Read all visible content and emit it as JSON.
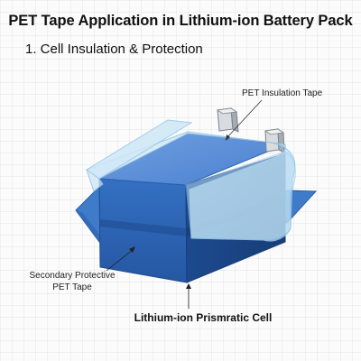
{
  "header": {
    "title": "PET Tape Application in Lithium-ion Battery Pack",
    "subtitle": "1. Cell Insulation & Protection"
  },
  "labels": {
    "insulation_tape": "PET Insulation Tape",
    "secondary_tape_line1": "Secondary Protective",
    "secondary_tape_line2": "PET Tape",
    "cell": "Lithium-ion Prismratic Cell"
  },
  "colors": {
    "cell_front": "#2b63b4",
    "cell_side": "#1f4d92",
    "cell_top": "#4f86d2",
    "tape_light": "#bfe0f4",
    "tape_base": "#3d78c6",
    "terminal": "#cfd3d8"
  }
}
